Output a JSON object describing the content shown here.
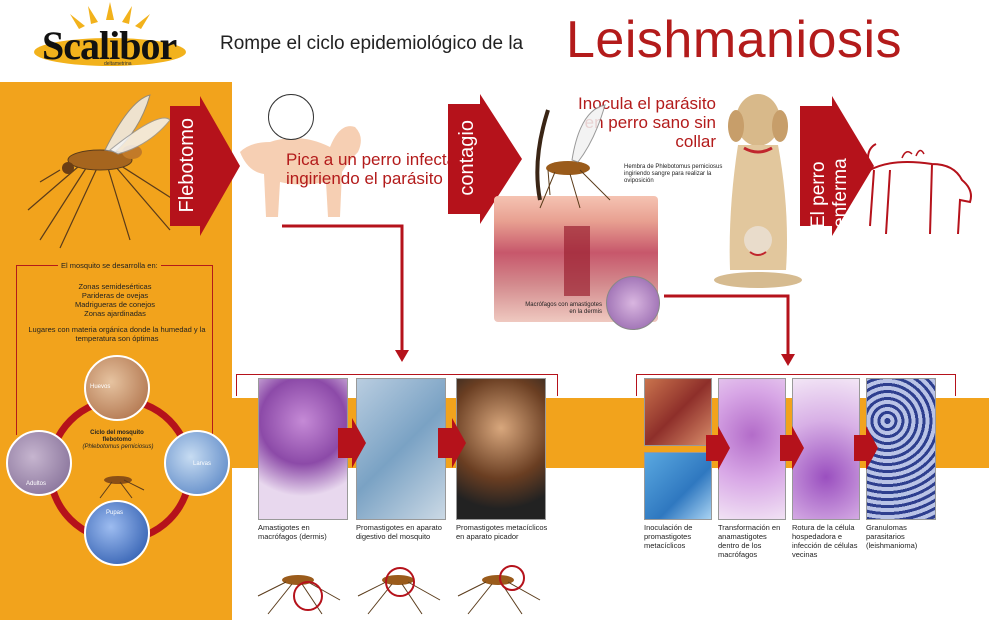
{
  "header": {
    "brand": "Scalibor",
    "brand_sub": "deltametrina",
    "headline": "Rompe el  ciclo epidemiológico  de la",
    "title": "Leishmaniosis"
  },
  "colors": {
    "accent_red": "#b31b1b",
    "orange": "#f2a31c",
    "arrow_red": "#b5121b"
  },
  "left_panel": {
    "arrow_label": "Flebotomo",
    "develops_title": "El mosquito se desarrolla en:",
    "places": [
      "Zonas semidesérticas",
      "Parideras de ovejas",
      "Madrigueras de conejos",
      "Zonas ajardinadas"
    ],
    "conditions": "Lugares con materia orgánica donde la humedad y la temperatura son óptimas",
    "cycle_title": "Ciclo del mosquito flebotomo",
    "cycle_species": "(Phlebotomus perniciosus)",
    "stages": [
      "Huevos",
      "Larvas",
      "Pupas",
      "Adultos"
    ]
  },
  "step1": {
    "text": "Pica a un perro infectado ingiriendo el parásito"
  },
  "step2": {
    "arrow_label": "contagio",
    "text": "Inocula el parásito en perro sano sin collar",
    "note": "Hembra de Phlebotomus perniciosus ingiriendo sangre para realizar la oviposición",
    "macro_caption": "Macrófagos con amastigotes en la dermis"
  },
  "step3": {
    "arrow_label": "El perro enferma"
  },
  "bottom_left": {
    "captions": [
      "Amastigotes en macrófagos (dermis)",
      "Promastigotes en aparato digestivo del mosquito",
      "Promastigotes metacíclicos en aparato picador"
    ]
  },
  "bottom_right": {
    "captions": [
      "Inoculación de promastigotes metacíclicos",
      "Transformación en anamastigotes dentro de los macrófagos",
      "Rotura de la célula hospedadora e infección de células vecinas",
      "Granulomas parasitarios (leishmanioma)"
    ]
  }
}
